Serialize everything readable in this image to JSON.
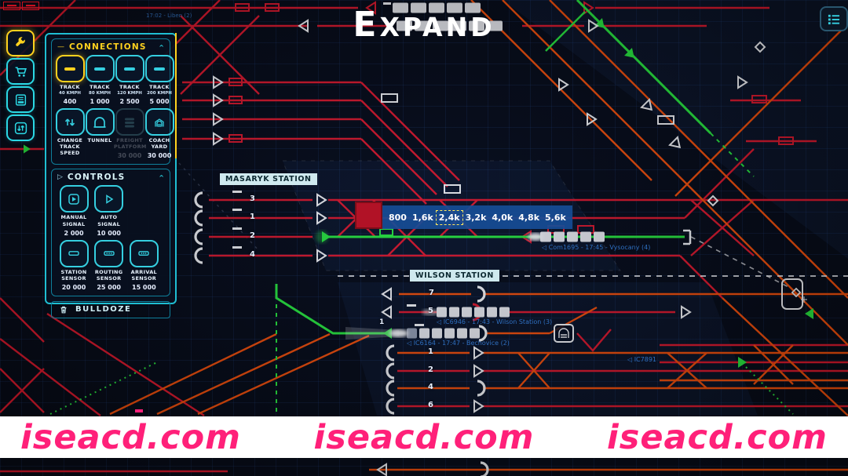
{
  "title": "Expand",
  "watermark": {
    "color": "#ff2079",
    "items": [
      "iseacd.com",
      "iseacd.com",
      "iseacd.com"
    ]
  },
  "left_toolbar": {
    "items": [
      {
        "icon": "wrench-icon",
        "selected": true
      },
      {
        "icon": "cart-icon",
        "selected": false
      },
      {
        "icon": "document-icon",
        "selected": false
      },
      {
        "icon": "transfer-arrows-icon",
        "selected": false
      }
    ]
  },
  "top_right_button": {
    "icon": "list-icon"
  },
  "panel": {
    "connections": {
      "header": "Connections",
      "collapse_glyph": "—",
      "caret": "^",
      "tracks": [
        {
          "name": "Track",
          "speed": "40 kmph",
          "price": "400",
          "selected": true
        },
        {
          "name": "Track",
          "speed": "80 kmph",
          "price": "1 000",
          "selected": false
        },
        {
          "name": "Track",
          "speed": "120 kmph",
          "price": "2 500",
          "selected": false
        },
        {
          "name": "Track",
          "speed": "200 kmph",
          "price": "5 000",
          "selected": false
        }
      ],
      "tools": [
        {
          "name": "Change track speed",
          "price": ""
        },
        {
          "name": "Tunnel",
          "price": ""
        },
        {
          "name": "Freight Platform",
          "price": "30 000",
          "disabled": true
        },
        {
          "name": "Coach Yard",
          "price": "30 000",
          "disabled": false
        }
      ]
    },
    "controls": {
      "header": "Controls",
      "expand_glyph": "▷",
      "caret": "^",
      "signals": [
        {
          "name": "Manual Signal",
          "price": "2 000"
        },
        {
          "name": "Auto Signal",
          "price": "10 000"
        }
      ],
      "sensors": [
        {
          "name": "Station Sensor",
          "price": "20 000"
        },
        {
          "name": "Routing Sensor",
          "price": "25 000"
        },
        {
          "name": "Arrival Sensor",
          "price": "15 000"
        }
      ]
    },
    "bulldoze": "Bulldoze"
  },
  "map": {
    "stations": [
      {
        "name": "Masaryk Station"
      },
      {
        "name": "Wilson Station"
      }
    ],
    "price_bar": {
      "options": [
        "800",
        "1,6k",
        "2,4k",
        "3,2k",
        "4,0k",
        "4,8k",
        "5,6k"
      ],
      "selected_index": 2
    },
    "masaryk_track_numbers": [
      "3",
      "1",
      "2",
      "4"
    ],
    "wilson_track_numbers": [
      "7",
      "5",
      "1",
      "2",
      "4",
      "6"
    ],
    "wilson_platform_number": "1",
    "train_labels": [
      {
        "text": "◁ Com1695 - 17:45 - Vysocany (4)"
      },
      {
        "text": "◁ IC6946 - 17:43 - Wilson Station (3)"
      },
      {
        "text": "◁ IC6164 - 17:47 - Bechovice (2)"
      },
      {
        "text": "◁ IC7891"
      },
      {
        "text": "17:02 - Liben (2)"
      }
    ]
  }
}
